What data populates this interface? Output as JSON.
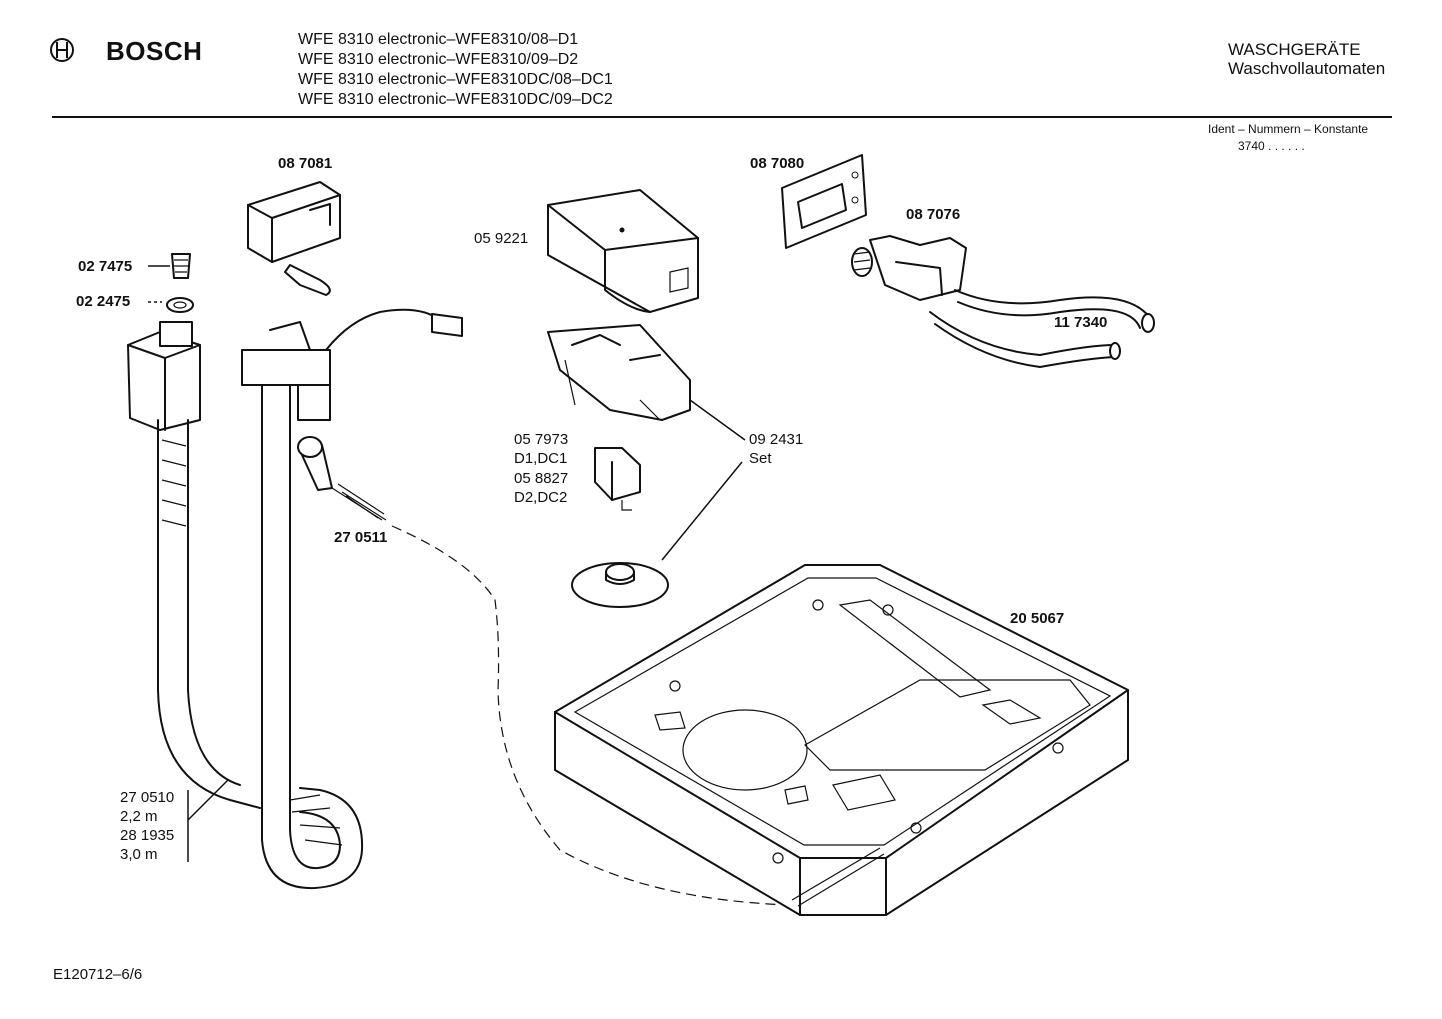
{
  "header": {
    "brand": "BOSCH",
    "models": [
      "WFE 8310 electronic–WFE8310/08–D1",
      "WFE 8310 electronic–WFE8310/09–D2",
      "WFE 8310 electronic–WFE8310DC/08–DC1",
      "WFE 8310 electronic–WFE8310DC/09–DC2"
    ],
    "category": "WASCHGERÄTE",
    "subcategory": "Waschvollautomaten",
    "ident_label": "Ident – Nummern – Konstante",
    "ident_value": "3740  .  .  .  .  .  ."
  },
  "parts": {
    "p087081": "08 7081",
    "p087080": "08 7080",
    "p087076": "08 7076",
    "p059221": "05 9221",
    "p027475": "02 7475",
    "p022475": "02 2475",
    "p117340": "11 7340",
    "p057973": "05 7973",
    "p057973_variant": "D1,DC1",
    "p058827": "05 8827",
    "p058827_variant": "D2,DC2",
    "p092431": "09 2431",
    "p092431_note": "Set",
    "p270511": "27 0511",
    "p205067": "20 5067",
    "p270510": "27 0510",
    "p270510_len": "2,2 m",
    "p281935": "28 1935",
    "p281935_len": "3,0 m"
  },
  "footer": {
    "doc_id": "E120712–6/6"
  }
}
